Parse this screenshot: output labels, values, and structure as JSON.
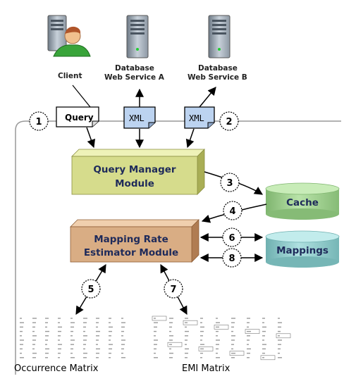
{
  "nodes": {
    "client": {
      "label": "Client"
    },
    "db_a": {
      "label_line1": "Database",
      "label_line2": "Web Service A"
    },
    "db_b": {
      "label_line1": "Database",
      "label_line2": "Web Service B"
    },
    "query_doc": {
      "label": "Query"
    },
    "xml_a_doc": {
      "label": "XML"
    },
    "xml_b_doc": {
      "label": "XML"
    },
    "query_manager": {
      "line1": "Query Manager",
      "line2": "Module"
    },
    "mapping_estimator": {
      "line1": "Mapping Rate",
      "line2": "Estimator Module"
    },
    "cache": {
      "label": "Cache"
    },
    "mappings": {
      "label": "Mappings"
    },
    "occurrence_matrix": {
      "label": "Occurrence Matrix"
    },
    "emi_matrix": {
      "label": "EMI Matrix"
    }
  },
  "steps": [
    "1",
    "2",
    "3",
    "4",
    "5",
    "6",
    "7",
    "8"
  ],
  "colors": {
    "query_manager_face": "#d6dc8c",
    "mapping_face": "#d9ad84",
    "cache_body": "#9fcf90",
    "mappings_body": "#8ec9c9",
    "xml_doc": "#bcd3f0",
    "frame": "#999999"
  }
}
